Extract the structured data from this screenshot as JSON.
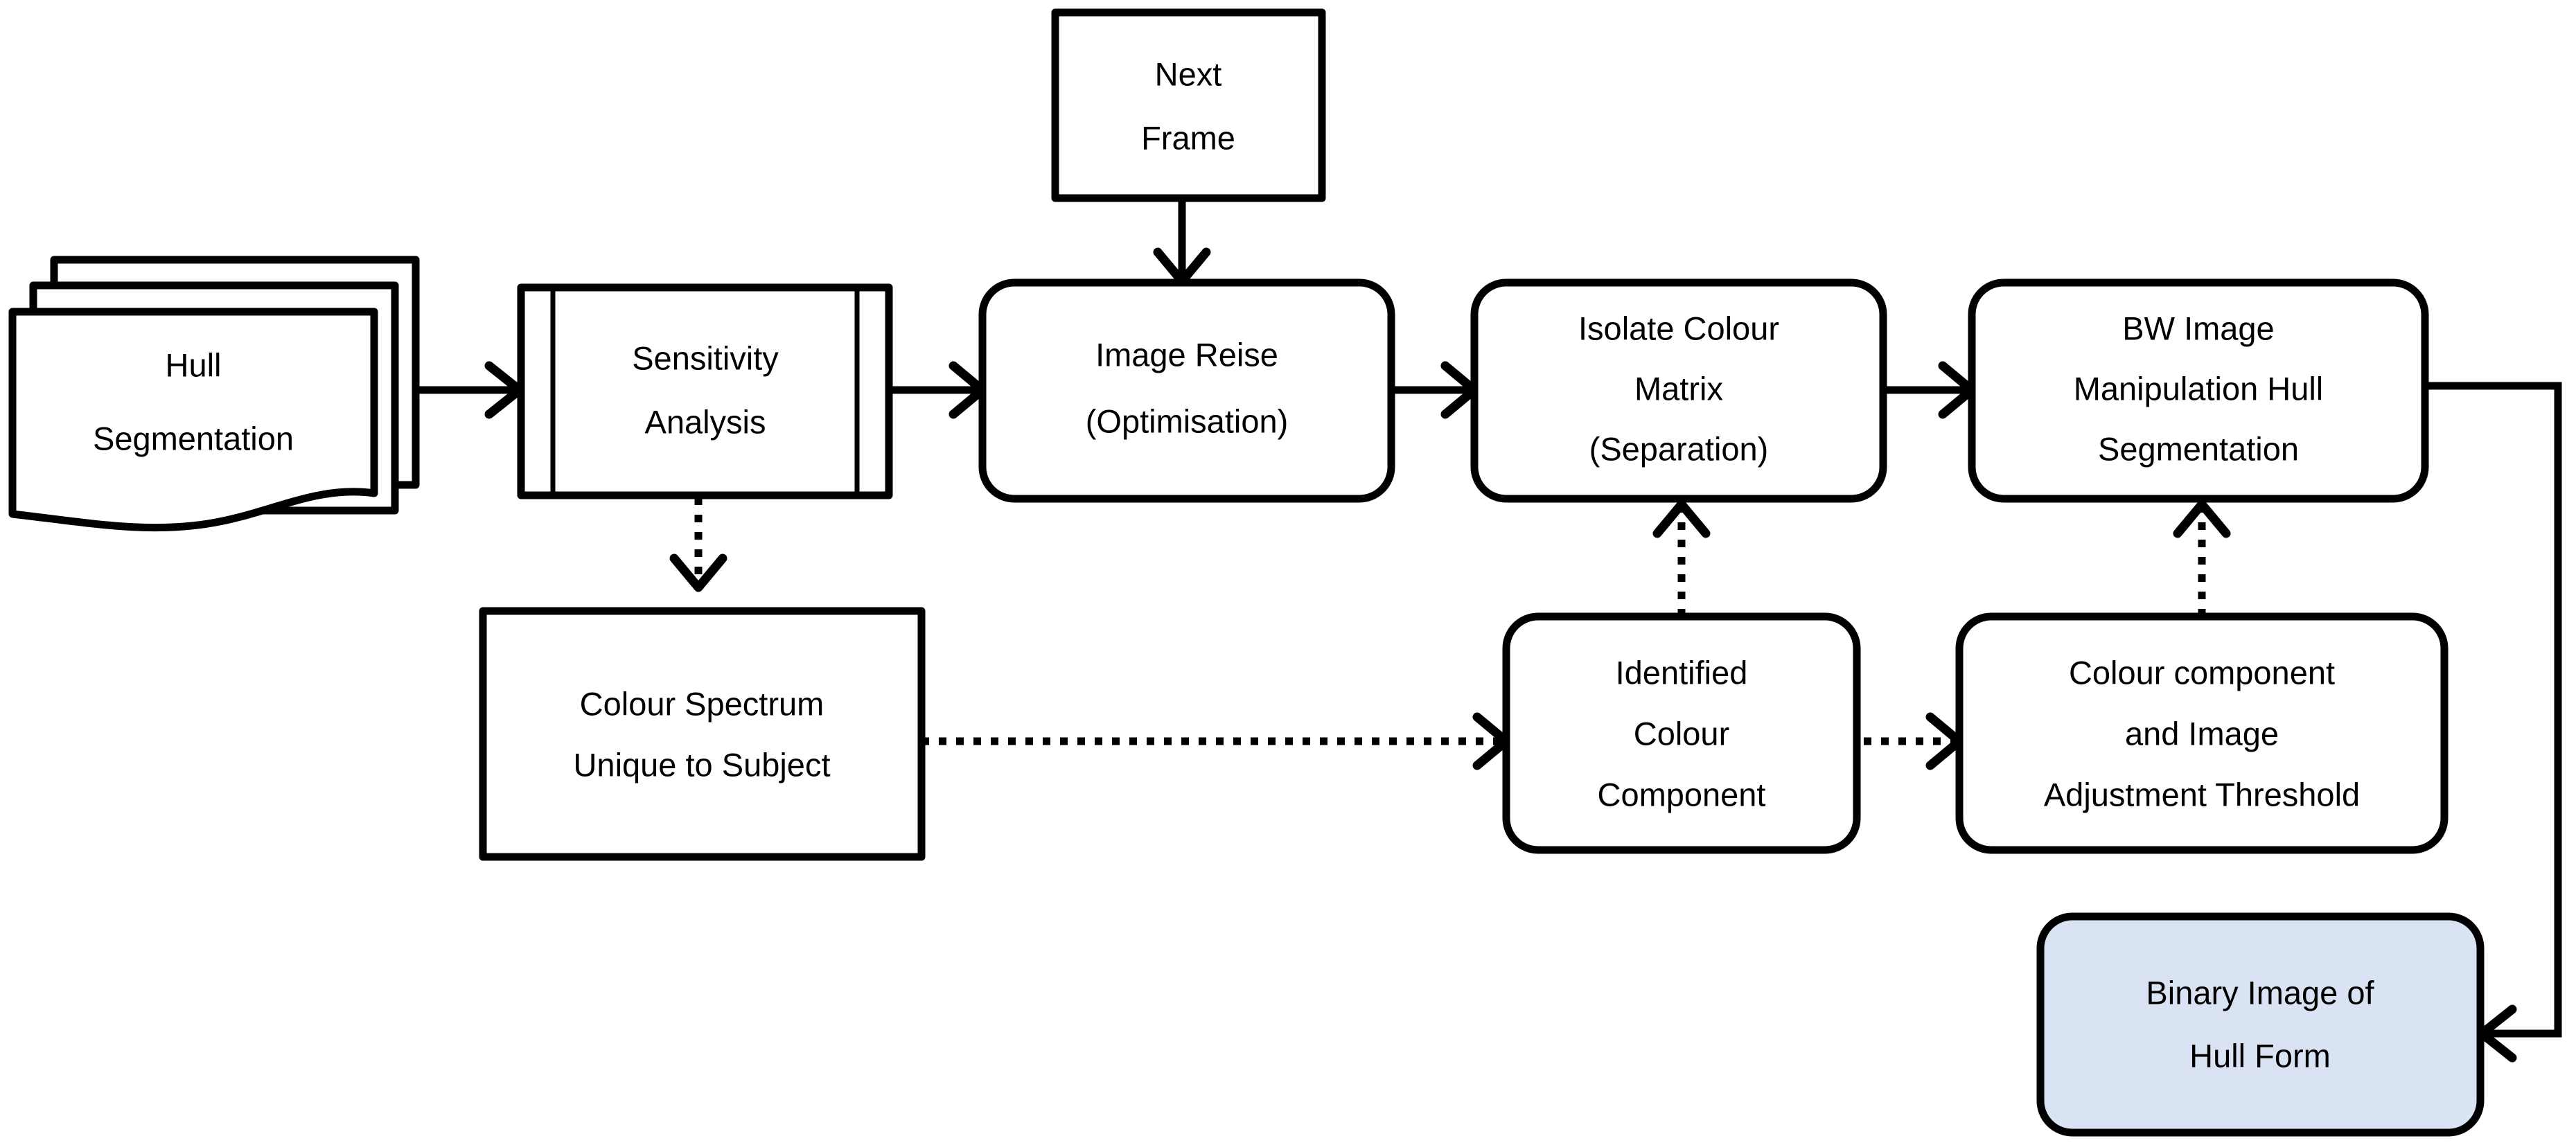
{
  "diagram": {
    "title": "Hull Segmentation Image Processing Flowchart",
    "background_color": "#ffffff",
    "line_color": "#000000",
    "accent_fill": "#dae3f3",
    "default_fill": "#ffffff"
  },
  "nodes": {
    "hull_segmentation": {
      "id": "hull-segmentation",
      "shape": "multi-document",
      "fill": "#ffffff",
      "lines": [
        "Hull",
        "Segmentation"
      ]
    },
    "sensitivity_analysis": {
      "id": "sensitivity-analysis",
      "shape": "predefined-process",
      "fill": "#ffffff",
      "lines": [
        "Sensitivity",
        "Analysis"
      ]
    },
    "next_frame": {
      "id": "next-frame",
      "shape": "rectangle",
      "fill": "#ffffff",
      "lines": [
        "Next",
        "Frame"
      ]
    },
    "image_reise": {
      "id": "image-reise",
      "shape": "rounded-rectangle",
      "fill": "#ffffff",
      "lines": [
        "Image Reise",
        "(Optimisation)"
      ]
    },
    "isolate_colour_matrix": {
      "id": "isolate-colour-matrix",
      "shape": "rounded-rectangle",
      "fill": "#ffffff",
      "lines": [
        "Isolate Colour",
        "Matrix",
        "(Separation)"
      ]
    },
    "bw_image_manipulation": {
      "id": "bw-image-manipulation",
      "shape": "rounded-rectangle",
      "fill": "#ffffff",
      "lines": [
        "BW Image",
        "Manipulation Hull",
        "Segmentation"
      ]
    },
    "colour_spectrum": {
      "id": "colour-spectrum-unique-to-subject",
      "shape": "rectangle",
      "fill": "#ffffff",
      "lines": [
        "Colour Spectrum",
        "Unique to Subject"
      ]
    },
    "identified_colour_component": {
      "id": "identified-colour-component",
      "shape": "rounded-rectangle",
      "fill": "#ffffff",
      "lines": [
        "Identified",
        "Colour",
        "Component"
      ]
    },
    "colour_component_threshold": {
      "id": "colour-component-and-image-adjustment-threshold",
      "shape": "rounded-rectangle",
      "fill": "#ffffff",
      "lines": [
        "Colour component",
        "and Image",
        "Adjustment Threshold"
      ]
    },
    "binary_image_hull_form": {
      "id": "binary-image-of-hull-form",
      "shape": "rounded-rectangle",
      "fill": "#dae3f3",
      "lines": [
        "Binary Image of",
        "Hull Form"
      ]
    }
  },
  "connectors": [
    {
      "id": "hull-to-sensitivity",
      "style": "solid",
      "from": "hull_segmentation",
      "to": "sensitivity_analysis",
      "direction": "right"
    },
    {
      "id": "sensitivity-to-image-reise",
      "style": "solid",
      "from": "sensitivity_analysis",
      "to": "image_reise",
      "direction": "right"
    },
    {
      "id": "next-frame-to-image-reise",
      "style": "solid",
      "from": "next_frame",
      "to": "image_reise",
      "direction": "down"
    },
    {
      "id": "image-reise-to-isolate",
      "style": "solid",
      "from": "image_reise",
      "to": "isolate_colour_matrix",
      "direction": "right"
    },
    {
      "id": "isolate-to-bw-image",
      "style": "solid",
      "from": "isolate_colour_matrix",
      "to": "bw_image_manipulation",
      "direction": "right"
    },
    {
      "id": "bw-image-to-binary-image",
      "style": "solid",
      "from": "bw_image_manipulation",
      "to": "binary_image_hull_form",
      "direction": "right-down-left"
    },
    {
      "id": "sensitivity-to-colour-spectrum",
      "style": "dotted",
      "from": "sensitivity_analysis",
      "to": "colour_spectrum",
      "direction": "down"
    },
    {
      "id": "colour-spectrum-to-identified",
      "style": "dotted",
      "from": "colour_spectrum",
      "to": "identified_colour_component",
      "direction": "right"
    },
    {
      "id": "identified-to-threshold",
      "style": "dotted",
      "from": "identified_colour_component",
      "to": "colour_component_threshold",
      "direction": "right"
    },
    {
      "id": "identified-to-isolate",
      "style": "dotted",
      "from": "identified_colour_component",
      "to": "isolate_colour_matrix",
      "direction": "up"
    },
    {
      "id": "threshold-to-bw-image",
      "style": "dotted",
      "from": "colour_component_threshold",
      "to": "bw_image_manipulation",
      "direction": "up"
    }
  ]
}
